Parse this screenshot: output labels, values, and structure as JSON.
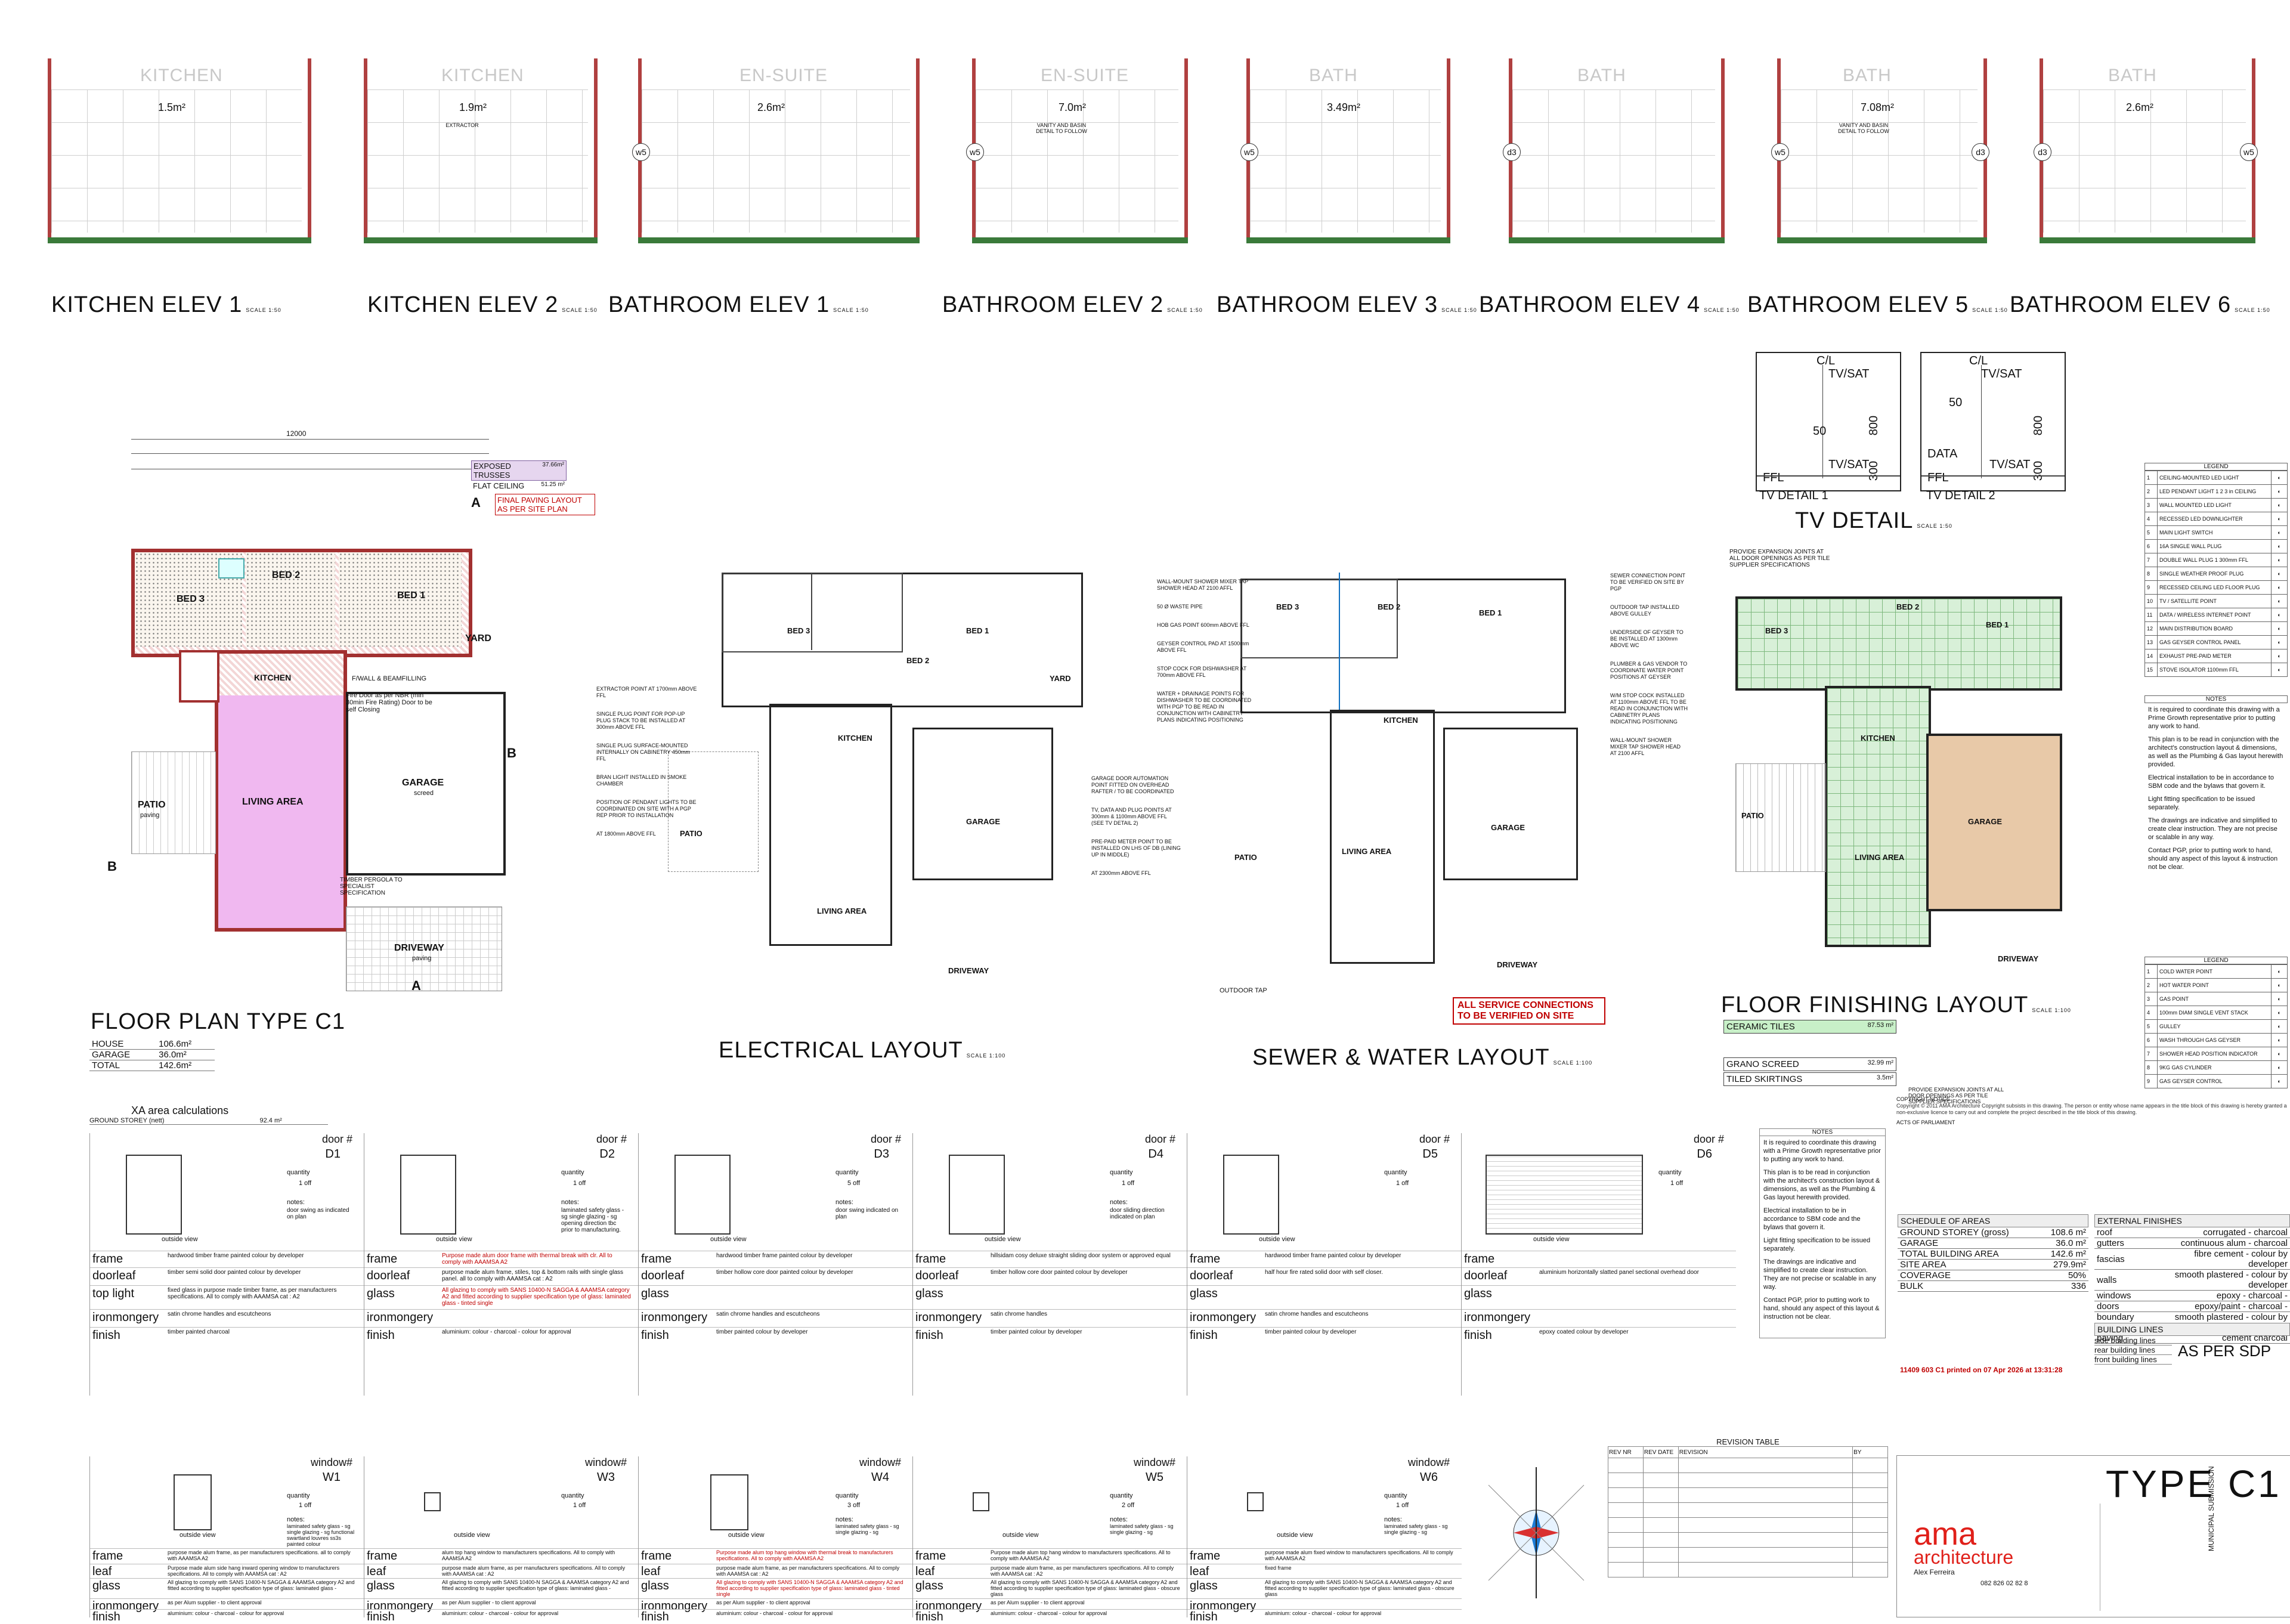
{
  "elevations": [
    {
      "title": "KITCHEN ELEV 1",
      "scale": "SCALE 1:50",
      "room": "KITCHEN",
      "area": "1.5m²",
      "tags": []
    },
    {
      "title": "KITCHEN ELEV 2",
      "scale": "SCALE 1:50",
      "room": "KITCHEN",
      "area": "1.9m²",
      "tags": [],
      "note": "EXTRACTOR"
    },
    {
      "title": "BATHROOM ELEV 1",
      "scale": "SCALE 1:50",
      "room": "EN-SUITE",
      "area": "2.6m²",
      "tags": [
        "w5"
      ]
    },
    {
      "title": "BATHROOM ELEV 2",
      "scale": "SCALE 1:50",
      "room": "EN-SUITE",
      "area": "7.0m²",
      "tags": [
        "w5"
      ],
      "note": "VANITY AND BASIN DETAIL TO FOLLOW"
    },
    {
      "title": "BATHROOM ELEV 3",
      "scale": "SCALE 1:50",
      "room": "BATH",
      "area": "3.49m²",
      "tags": [
        "w5"
      ]
    },
    {
      "title": "BATHROOM ELEV 4",
      "scale": "SCALE 1:50",
      "room": "BATH",
      "area": "",
      "tags": [
        "d3"
      ]
    },
    {
      "title": "BATHROOM ELEV 5",
      "scale": "SCALE 1:50",
      "room": "BATH",
      "area": "7.08m²",
      "tags": [
        "w5",
        "d3"
      ],
      "note": "VANITY AND BASIN DETAIL TO FOLLOW"
    },
    {
      "title": "BATHROOM ELEV 6",
      "scale": "SCALE 1:50",
      "room": "BATH",
      "area": "2.6m²",
      "tags": [
        "d3",
        "w5"
      ]
    }
  ],
  "floor_plan": {
    "title": "FLOOR PLAN TYPE C1",
    "overall_dim": "12000",
    "trusses_label": "EXPOSED TRUSSES",
    "trusses_value": "37.66m²",
    "ceiling_label": "FLAT CEILING",
    "ceiling_value": "51.25 m²",
    "paving_note": "FINAL PAVING LAYOUT AS PER SITE PLAN",
    "section_a": "A",
    "section_b": "B",
    "rooms": {
      "bed3": "BED 3",
      "bed2": "BED 2",
      "bed1": "BED 1",
      "yard": "YARD",
      "kitchen": "KITCHEN",
      "living": "LIVING AREA",
      "garage": "GARAGE",
      "garage_finish": "screed",
      "patio": "PATIO",
      "patio_finish": "paving",
      "driveway": "DRIVEWAY",
      "driveway_finish": "paving"
    },
    "notes": {
      "fire_door": "Fire Door as per NBR (min 30min Fire Rating) Door to be self Closing",
      "fwall": "F/WALL & BEAMFILLING",
      "pergola": "TIMBER PERGOLA TO SPECIALIST SPECIFICATION"
    },
    "areas": [
      {
        "label": "HOUSE",
        "value": "106.6m²"
      },
      {
        "label": "GARAGE",
        "value": "36.0m²"
      },
      {
        "label": "TOTAL",
        "value": "142.6m²"
      }
    ]
  },
  "electrical": {
    "title": "ELECTRICAL LAYOUT",
    "scale": "SCALE 1:100",
    "notes": [
      "EXTRACTOR POINT AT 1700mm ABOVE FFL",
      "SINGLE PLUG POINT FOR POP-UP PLUG STACK TO BE INSTALLED AT 300mm ABOVE FFL",
      "SINGLE PLUG SURFACE-MOUNTED INTERNALLY ON CABINETRY 450mm FFL",
      "BRAN LIGHT INSTALLED IN SMOKE CHAMBER",
      "POSITION OF PENDANT LIGHTS TO BE COORDINATED ON SITE WITH A PGP REP PRIOR TO INSTALLATION",
      "AT 1800mm ABOVE FFL",
      "GARAGE DOOR AUTOMATION POINT FITTED ON OVERHEAD RAFTER / TO BE COORDINATED",
      "TV, DATA AND PLUG POINTS AT 300mm & 1100mm ABOVE FFL (SEE TV DETAIL 2)",
      "PRE-PAID METER POINT TO BE INSTALLED ON LHS OF DB (LINING UP IN MIDDLE)",
      "AT 2300mm ABOVE FFL"
    ],
    "rooms": [
      "BED 3",
      "BED 2",
      "BED 1",
      "KITCHEN",
      "LIVING AREA",
      "GARAGE",
      "PATIO",
      "YARD",
      "DRIVEWAY"
    ]
  },
  "sewer": {
    "title": "SEWER & WATER LAYOUT",
    "scale": "SCALE 1:100",
    "notes_left": [
      "WALL-MOUNT SHOWER MIXER TAP SHOWER HEAD AT 2100 AFFL",
      "50 Ø WASTE PIPE",
      "HOB GAS POINT 600mm ABOVE FFL",
      "GEYSER CONTROL PAD AT 1500mm ABOVE FFL",
      "STOP COCK FOR DISHWASHER AT 700mm ABOVE FFL",
      "WATER + DRAINAGE POINTS FOR DISHWASHER TO BE COORDINATED WITH PGP TO BE READ IN CONJUNCTION WITH CABINETRY PLANS INDICATING POSITIONING"
    ],
    "notes_right": [
      "SEWER CONNECTION POINT TO BE VERIFIED ON SITE BY PGP",
      "OUTDOOR TAP INSTALLED ABOVE GULLEY",
      "UNDERSIDE OF GEYSER TO BE INSTALLED AT 1300mm ABOVE WC",
      "PLUMBER & GAS VENDOR TO COORDINATE WATER POINT POSITIONS AT GEYSER",
      "W/M STOP COCK INSTALLED AT 1100mm ABOVE FFL TO BE READ IN CONJUNCTION WITH CABINETRY PLANS INDICATING POSITIONING",
      "WALL-MOUNT SHOWER MIXER TAP SHOWER HEAD AT 2100 AFFL"
    ],
    "outdoor_tap": "OUTDOOR TAP",
    "warning": "ALL SERVICE CONNECTIONS TO BE VERIFIED ON SITE"
  },
  "tv": {
    "title": "TV DETAIL",
    "scale": "SCALE 1:50",
    "detail1": {
      "label": "TV DETAIL 1",
      "cl": "C/L",
      "tvsat": "TV/SAT",
      "d50": "50",
      "d800": "800",
      "d300": "300",
      "ffl": "FFL"
    },
    "detail2": {
      "label": "TV DETAIL 2",
      "cl": "C/L",
      "tvsat": "TV/SAT",
      "d50": "50",
      "d800": "800",
      "d300": "300",
      "ffl": "FFL",
      "data": "DATA"
    }
  },
  "finishing": {
    "title": "FLOOR FINISHING LAYOUT",
    "scale": "SCALE 1:100",
    "note_top": "PROVIDE EXPANSION JOINTS AT ALL DOOR OPENINGS AS PER TILE SUPPLIER SPECIFICATIONS",
    "note_bottom": "PROVIDE EXPANSION JOINTS AT ALL DOOR OPENINGS AS PER TILE SUPPLIER SPECIFICATIONS",
    "items": [
      {
        "label": "CERAMIC TILES",
        "value": "87.53 m²"
      },
      {
        "label": "GRANO SCREED",
        "value": "32.99 m²"
      },
      {
        "label": "TILED SKIRTINGS",
        "value": "3.5m²"
      }
    ]
  },
  "legend_elec": {
    "title": "LEGEND",
    "items": [
      "CEILING-MOUNTED LED LIGHT",
      "LED PENDANT LIGHT 1 2 3 in CEILING",
      "WALL MOUNTED LED LIGHT",
      "RECESSED LED DOWNLIGHTER",
      "MAIN LIGHT SWITCH",
      "16A SINGLE WALL PLUG",
      "DOUBLE WALL PLUG 1 300mm FFL",
      "SINGLE WEATHER PROOF PLUG",
      "RECESSED CEILING LED FLOOR PLUG",
      "TV / SATELLITE POINT",
      "DATA / WIRELESS INTERNET POINT",
      "MAIN DISTRIBUTION BOARD",
      "GAS GEYSER CONTROL PANEL",
      "EXHAUST PRE-PAID METER",
      "STOVE ISOLATOR 1100mm FFL"
    ]
  },
  "legend_water": {
    "title": "LEGEND",
    "items": [
      "COLD WATER POINT",
      "HOT WATER POINT",
      "GAS POINT",
      "100mm DIAM SINGLE VENT STACK",
      "GULLEY",
      "WASH THROUGH GAS GEYSER",
      "SHOWER HEAD POSITION INDICATOR",
      "9KG GAS CYLINDER",
      "GAS GEYSER CONTROL"
    ]
  },
  "notes_panel": {
    "title": "NOTES",
    "paragraphs": [
      "It is required to coordinate this drawing with a Prime Growth representative prior to putting any work to hand.",
      "This plan is to be read in conjunction with the architect's construction layout & dimensions, as well as the Plumbing & Gas layout herewith provided.",
      "Electrical installation to be in accordance to SBM code and the bylaws that govern it.",
      "Light fitting specification to be issued separately.",
      "The drawings are indicative and simplified to create clear instruction. They are not precise or scalable in any way.",
      "Contact PGP, prior to putting work to hand, should any aspect of this layout & instruction not be clear."
    ]
  },
  "xa": {
    "title": "XA area calculations",
    "row_label": "GROUND STOREY (nett)",
    "row_value": "92.4 m²"
  },
  "doors": [
    {
      "id": "D1",
      "quantity": "1 off",
      "notes": "door swing as indicated on plan",
      "frame": "hardwood timber frame painted colour by developer",
      "doorleaf": "timber semi solid door painted colour by developer",
      "toplight": "fixed glass in purpose made timber frame, as per manufacturers specifications. All to comply with AAAMSA cat : A2",
      "ironmongery": "satin chrome handles and escutcheons",
      "finish": "timber painted charcoal"
    },
    {
      "id": "D2",
      "quantity": "1 off",
      "notes": "laminated safety glass - sg single glazing - sg opening direction tbc prior to manufacturing.",
      "frame": "Purpose made alum door frame with thermal break with clr. All to comply with AAAMSA A2",
      "doorleaf": "purpose made alum frame, stiles, top & bottom rails with single glass panel. all to comply with AAAMSA cat : A2",
      "glass": "All glazing to comply with SANS 10400-N SAGGA & AAAMSA category A2 and fitted according to supplier specification type of glass: laminated glass - tinted single",
      "ironmongery": "",
      "finish": "aluminium: colour - charcoal - colour for approval"
    },
    {
      "id": "D3",
      "quantity": "5 off",
      "notes": "door swing indicated on plan",
      "frame": "hardwood timber frame painted colour by developer",
      "doorleaf": "timber hollow core door painted colour by developer",
      "glass": "",
      "ironmongery": "satin chrome handles and escutcheons",
      "finish": "timber painted colour by developer"
    },
    {
      "id": "D4",
      "quantity": "1 off",
      "notes": "door sliding direction indicated on plan",
      "frame": "hillsidam cosy deluxe straight sliding door system or approved equal",
      "doorleaf": "timber hollow core door painted colour by developer",
      "glass": "",
      "ironmongery": "satin chrome handles",
      "finish": "timber painted colour by developer"
    },
    {
      "id": "D5",
      "quantity": "1 off",
      "notes": "",
      "frame": "hardwood timber frame painted colour by developer",
      "doorleaf": "half hour fire rated solid door with self closer.",
      "glass": "",
      "ironmongery": "satin chrome handles and escutcheons",
      "finish": "timber painted colour by developer"
    },
    {
      "id": "D6",
      "quantity": "1 off",
      "notes": "",
      "frame": "",
      "doorleaf": "aluminium horizontally slatted panel sectional overhead door",
      "glass": "",
      "ironmongery": "",
      "finish": "epoxy coated colour by developer"
    }
  ],
  "door_rows": {
    "frame": "frame",
    "doorleaf": "doorleaf",
    "toplight": "top light",
    "glass": "glass",
    "ironmongery": "ironmongery",
    "finish": "finish",
    "quantity": "quantity",
    "notes": "notes:",
    "outside": "outside view",
    "header": "door #"
  },
  "windows": [
    {
      "id": "W1",
      "quantity": "1 off",
      "notes": "laminated safety glass - sg single glazing - sg functional swartland louvres ss3s painted colour",
      "frame": "purpose made alum frame, as per manufacturers specifications. all to comply with AAAMSA A2",
      "leaf": "Purpose made alum side hang inward opening window to manufacturers specifications. All to comply with AAAMSA cat : A2",
      "glass": "All glazing to comply with SANS 10400-N SAGGA & AAAMSA category A2 and fitted according to supplier specification type of glass: laminated glass -",
      "ironmongery": "as per Alum supplier - to client approval",
      "finish": "aluminium: colour - charcoal - colour for approval"
    },
    {
      "id": "W3",
      "quantity": "1 off",
      "notes": "",
      "frame": "alum top hang window to manufacturers specifications. All to comply with AAAMSA A2",
      "leaf": "purpose made alum frame, as per manufacturers specifications. All to comply with AAAMSA cat : A2",
      "glass": "All glazing to comply with SANS 10400-N SAGGA & AAAMSA category A2 and fitted according to supplier specification type of glass: laminated glass -",
      "ironmongery": "as per Alum supplier - to client approval",
      "finish": "aluminium: colour - charcoal - colour for approval"
    },
    {
      "id": "W4",
      "quantity": "3 off",
      "notes": "laminated safety glass - sg single glazing - sg",
      "frame": "Purpose made alum top hang window with thermal break to manufacturers specifications. All to comply with AAAMSA A2",
      "leaf": "purpose made alum frame, as per manufacturers specifications. All to comply with AAAMSA cat : A2",
      "glass": "All glazing to comply with SANS 10400-N SAGGA & AAAMSA category A2 and fitted according to supplier specification type of glass: laminated glass - tinted single",
      "ironmongery": "as per Alum supplier - to client approval",
      "finish": "aluminium: colour - charcoal - colour for approval"
    },
    {
      "id": "W5",
      "quantity": "2 off",
      "notes": "laminated safety glass - sg single glazing - sg",
      "frame": "Purpose made alum top hang window to manufacturers specifications. All to comply with AAAMSA A2",
      "leaf": "purpose made alum frame, as per manufacturers specifications. All to comply with AAAMSA cat : A2",
      "glass": "All glazing to comply with SANS 10400-N SAGGA & AAAMSA category A2 and fitted according to supplier specification type of glass: laminated glass - obscure glass",
      "ironmongery": "as per Alum supplier - to client approval",
      "finish": "aluminium: colour - charcoal - colour for approval"
    },
    {
      "id": "W6",
      "quantity": "1 off",
      "notes": "laminated safety glass - sg single glazing - sg",
      "frame": "purpose made alum fixed window to manufacturers specifications. All to comply with AAAMSA A2",
      "leaf": "fixed frame",
      "glass": "All glazing to comply with SANS 10400-N SAGGA & AAAMSA category A2 and fitted according to supplier specification type of glass: laminated glass - obscure glass",
      "ironmongery": "",
      "finish": "aluminium: colour - charcoal - colour for approval"
    }
  ],
  "window_rows": {
    "frame": "frame",
    "leaf": "leaf",
    "glass": "glass",
    "ironmongery": "ironmongery",
    "finish": "finish",
    "quantity": "quantity",
    "notes": "notes:",
    "outside": "outside view",
    "header": "window#"
  },
  "revision": {
    "title": "REVISION TABLE",
    "cols": [
      "REV NR",
      "REV DATE",
      "REVISION",
      "BY"
    ]
  },
  "schedule_areas": {
    "title": "SCHEDULE OF AREAS",
    "rows": [
      {
        "label": "GROUND STOREY (gross)",
        "value": "108.6 m²"
      },
      {
        "label": "GARAGE",
        "value": "36.0 m²"
      },
      {
        "label": "TOTAL BUILDING AREA",
        "value": "142.6 m²"
      },
      {
        "label": "SITE AREA",
        "value": "279.9m²"
      },
      {
        "label": "COVERAGE",
        "value": "50%"
      },
      {
        "label": "BULK",
        "value": "336"
      }
    ]
  },
  "external_finishes": {
    "title": "EXTERNAL FINISHES",
    "rows": [
      {
        "label": "roof",
        "value": "corrugated - charcoal"
      },
      {
        "label": "gutters",
        "value": "continuous alum - charcoal"
      },
      {
        "label": "fascias",
        "value": "fibre cement - colour by developer"
      },
      {
        "label": "walls",
        "value": "smooth plastered - colour by developer"
      },
      {
        "label": "windows",
        "value": "epoxy - charcoal -"
      },
      {
        "label": "doors",
        "value": "epoxy/paint - charcoal -"
      },
      {
        "label": "boundary walls",
        "value": "smooth plastered - colour by developer"
      },
      {
        "label": "paving",
        "value": "cement charcoal"
      }
    ]
  },
  "building_lines": {
    "title": "BUILDING LINES",
    "rows": [
      "side building lines",
      "rear building lines",
      "front building lines"
    ],
    "value": "AS PER SDP"
  },
  "copyright": {
    "title": "COPYRIGHT NOTICE",
    "text": "Copyright © 2011 AMA Architecture Copyright subsists in this drawing. The person or entity whose name appears in the title block of this drawing is hereby granted a non-exclusive licence to carry out and complete the project described in the title block of this drawing.",
    "parliament": "ACTS OF PARLIAMENT",
    "printed": "11409 603 C1 printed on 07 Apr 2026 at 13:31:28"
  },
  "title_block": {
    "type": "TYPE   C1",
    "brand1": "ama",
    "brand2": "architecture",
    "person": "Alex Ferreira",
    "phone": "082 826 02 82 8",
    "side": "MUNICIPAL SUBMISSION"
  },
  "colors": {
    "wall_red": "#a23030",
    "tile_green": "#7db87d",
    "living_pink": "#f0b8f0",
    "screed": "#e8c9a8",
    "accent_red": "#c00000"
  }
}
